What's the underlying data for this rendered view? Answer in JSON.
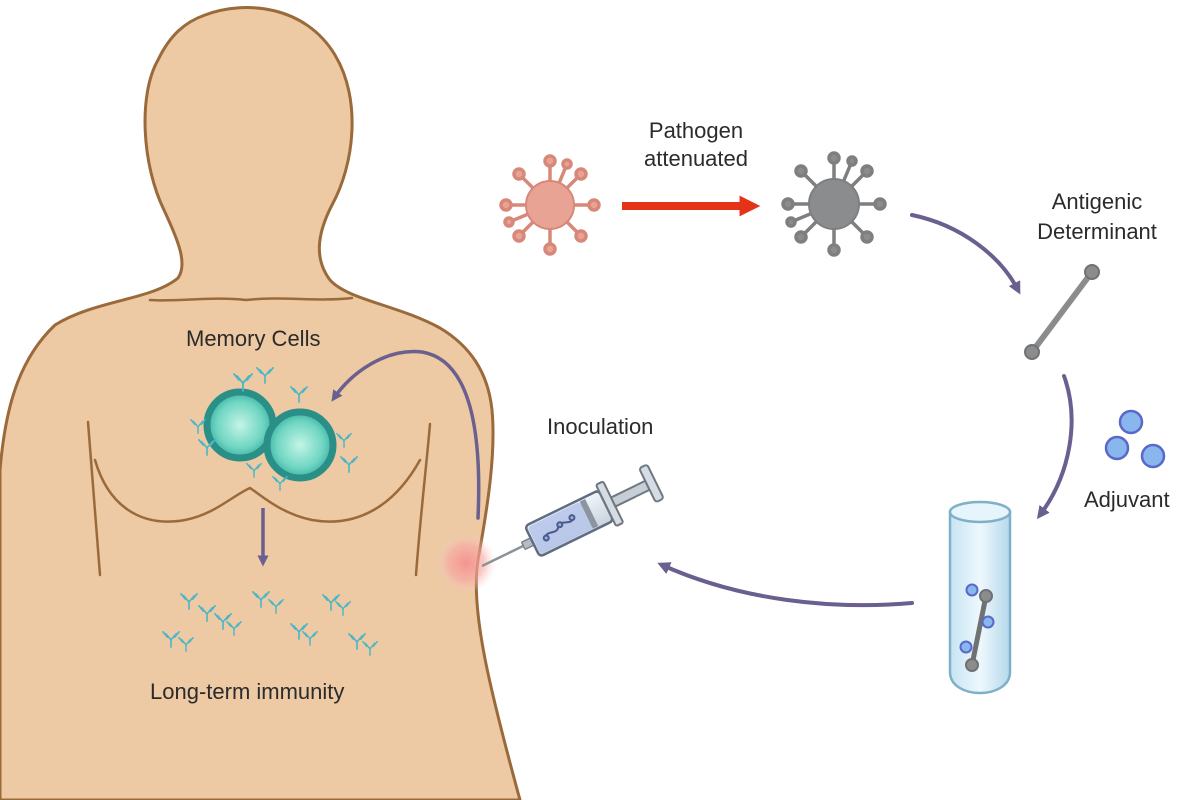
{
  "labels": {
    "pathogen": [
      "Pathogen",
      "attenuated"
    ],
    "antigenic": [
      "Antigenic",
      "Determinant"
    ],
    "adjuvant": "Adjuvant",
    "inoculation": "Inoculation",
    "memory_cells": "Memory Cells",
    "long_term": "Long-term immunity"
  },
  "icons": {
    "pathogen": "virus-icon",
    "attenuated_pathogen": "attenuated-virus-icon",
    "antigen": "antigen-rod-icon",
    "adjuvant": "adjuvant-particles-icon",
    "vaccine_tube": "test-tube-icon",
    "syringe": "syringe-icon",
    "memory_cells": "memory-cell-icon",
    "antibodies": "antibody-icon"
  },
  "colors": {
    "skin": "#edc9a4",
    "skin_outline": "#9a6a3a",
    "flow_arrow": "#6a5f8e",
    "attenuation_arrow": "#e53318",
    "pathogen": "#e8a394",
    "attenuated": "#8a8c8e",
    "cell": "#2ea79b",
    "antibody": "#4bb6c6",
    "adjuvant": "#8ab6ee",
    "injection_site": "#f5908e"
  }
}
